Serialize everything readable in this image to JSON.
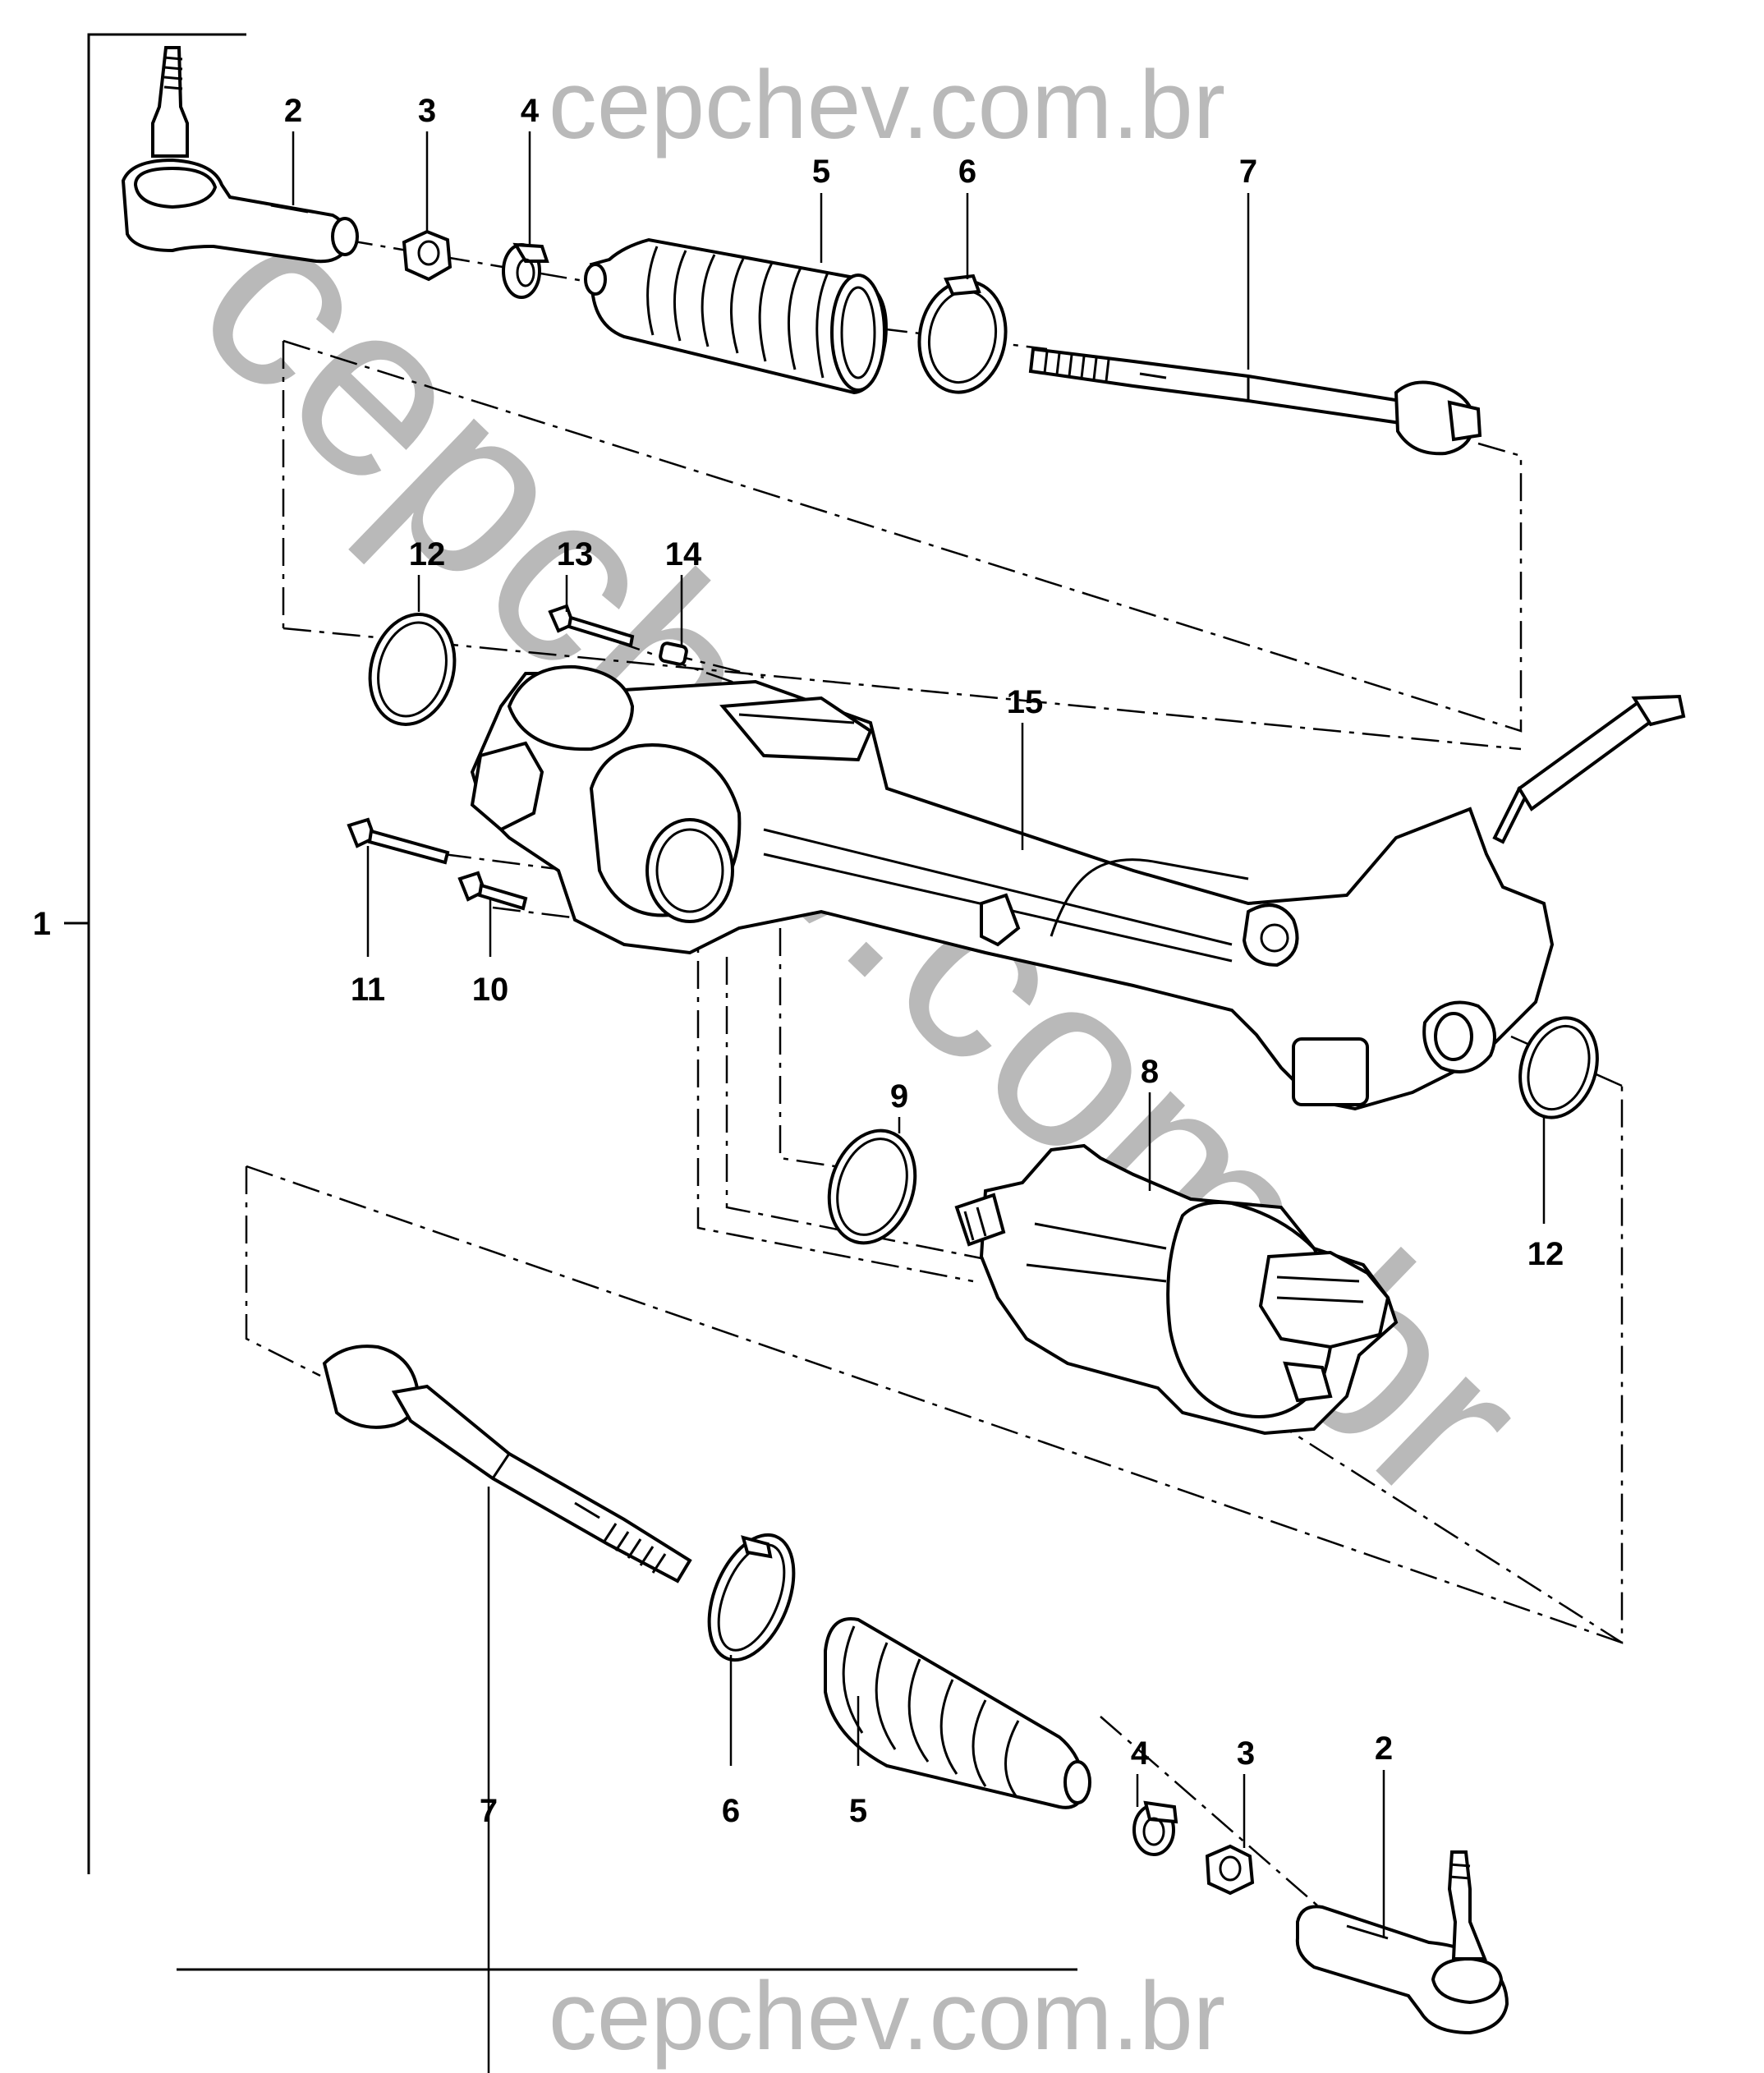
{
  "watermark": {
    "top": "cepchev.com.br",
    "diagonal": "cepchev.com.br",
    "bottom": "cepchev.com.br"
  },
  "callouts": {
    "c1": "1",
    "c2_top": "2",
    "c3_top": "3",
    "c4_top": "4",
    "c5_top": "5",
    "c6_top": "6",
    "c7_top": "7",
    "c12_left": "12",
    "c13": "13",
    "c14": "14",
    "c15": "15",
    "c11": "11",
    "c10": "10",
    "c9": "9",
    "c8": "8",
    "c12_right": "12",
    "c7_bottom": "7",
    "c6_bottom": "6",
    "c5_bottom": "5",
    "c4_bottom": "4",
    "c3_bottom": "3",
    "c2_bottom": "2"
  },
  "colors": {
    "line": "#000000",
    "watermark": "#b9b9b9",
    "background": "#ffffff"
  }
}
